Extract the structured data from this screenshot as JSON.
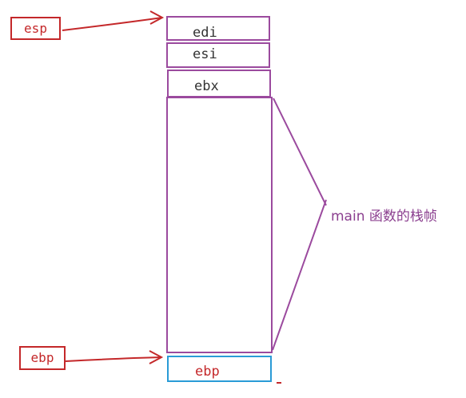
{
  "stack": {
    "cells": [
      {
        "label": "edi"
      },
      {
        "label": "esi"
      },
      {
        "label": "ebx"
      }
    ],
    "bottom_cell": {
      "label": "ebp"
    }
  },
  "registers": {
    "esp": {
      "label": "esp"
    },
    "ebp": {
      "label": "ebp"
    }
  },
  "annotation": {
    "label": "main 函数的栈帧"
  },
  "colors": {
    "frame": "#9b4a9e",
    "pointer": "#c4282a",
    "saved_ebp_cell": "#2a9bd6",
    "annotation_text": "#8b3f8f"
  }
}
